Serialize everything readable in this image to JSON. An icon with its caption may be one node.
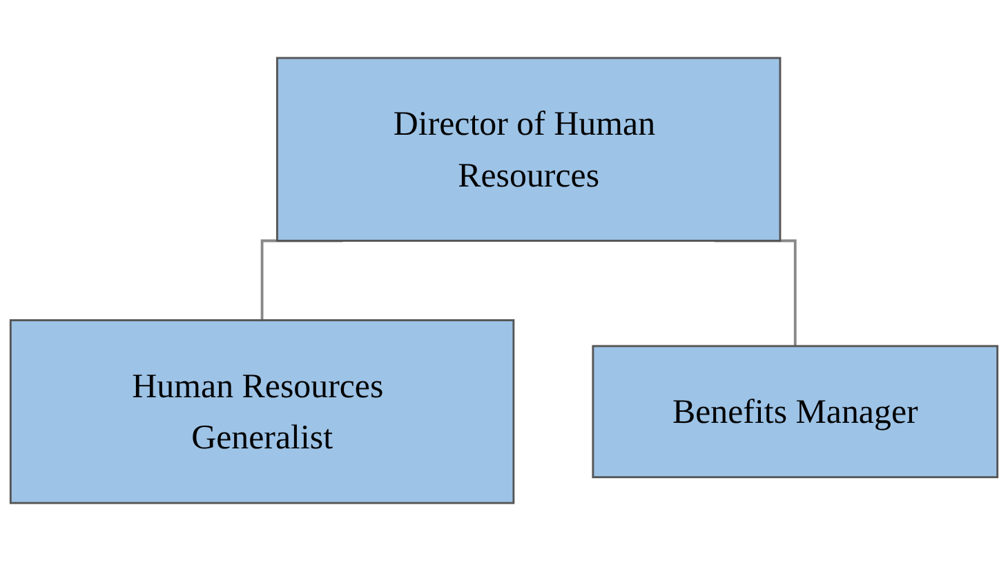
{
  "diagram": {
    "nodes": [
      {
        "text": [
          "Director of Human Resources"
        ]
      },
      {
        "text": [
          "Human Resources Generalist"
        ]
      },
      {
        "text": [
          "Benefits Manager"
        ]
      }
    ],
    "edges": [
      {
        "from": 0,
        "to": 1,
        "arrow": "none"
      },
      {
        "from": 0,
        "to": 2,
        "arrow": "none"
      }
    ]
  }
}
